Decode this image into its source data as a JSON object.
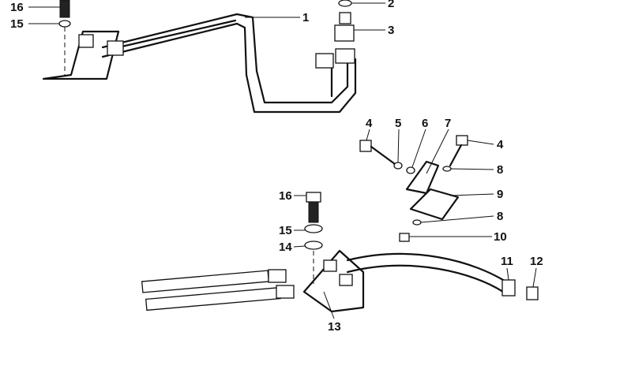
{
  "diagram": {
    "callouts": [
      {
        "id": "c16a",
        "text": "16"
      },
      {
        "id": "c15a",
        "text": "15"
      },
      {
        "id": "c1",
        "text": "1"
      },
      {
        "id": "c2",
        "text": "2"
      },
      {
        "id": "c3",
        "text": "3"
      },
      {
        "id": "c4a",
        "text": "4"
      },
      {
        "id": "c5",
        "text": "5"
      },
      {
        "id": "c6",
        "text": "6"
      },
      {
        "id": "c7",
        "text": "7"
      },
      {
        "id": "c4b",
        "text": "4"
      },
      {
        "id": "c8a",
        "text": "8"
      },
      {
        "id": "c9",
        "text": "9"
      },
      {
        "id": "c8b",
        "text": "8"
      },
      {
        "id": "c10",
        "text": "10"
      },
      {
        "id": "c16b",
        "text": "16"
      },
      {
        "id": "c15b",
        "text": "15"
      },
      {
        "id": "c14",
        "text": "14"
      },
      {
        "id": "c11",
        "text": "11"
      },
      {
        "id": "c12",
        "text": "12"
      },
      {
        "id": "c13",
        "text": "13"
      }
    ]
  }
}
